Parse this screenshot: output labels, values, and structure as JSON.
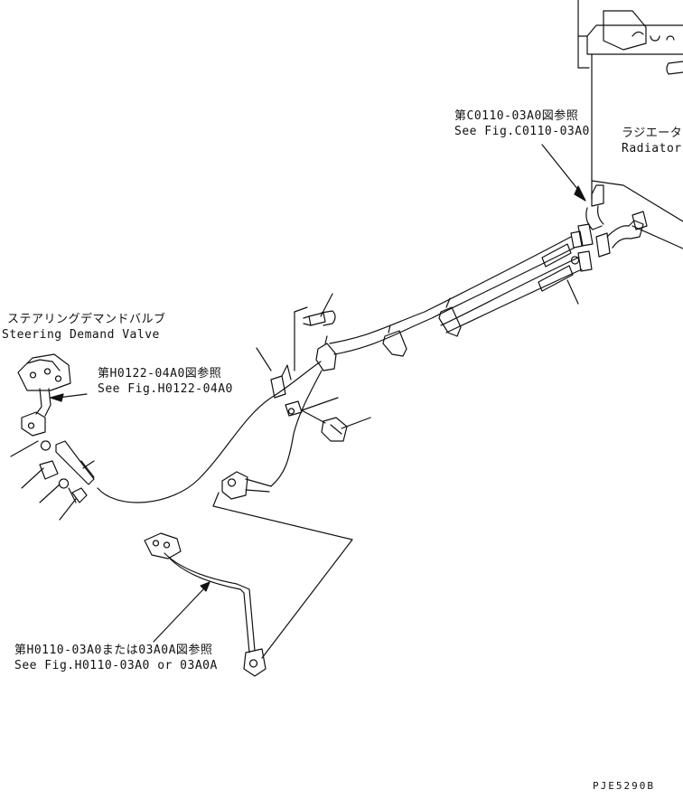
{
  "labels": {
    "ref_c0110_jp": "第C0110-03A0図参照",
    "ref_c0110_en": "See Fig.C0110-03A0",
    "radiator_jp": "ラジエータ",
    "radiator_en": "Radiator",
    "valve_jp": "ステアリングデマンドバルブ",
    "valve_en": "Steering Demand Valve",
    "ref_h0122_jp": "第H0122-04A0図参照",
    "ref_h0122_en": "See Fig.H0122-04A0",
    "ref_h0110_jp": "第H0110-03A0または03A0A図参照",
    "ref_h0110_en": "See Fig.H0110-03A0 or 03A0A",
    "drawing_code": "PJE5290B"
  },
  "colors": {
    "line": "#111111",
    "background": "#ffffff"
  }
}
